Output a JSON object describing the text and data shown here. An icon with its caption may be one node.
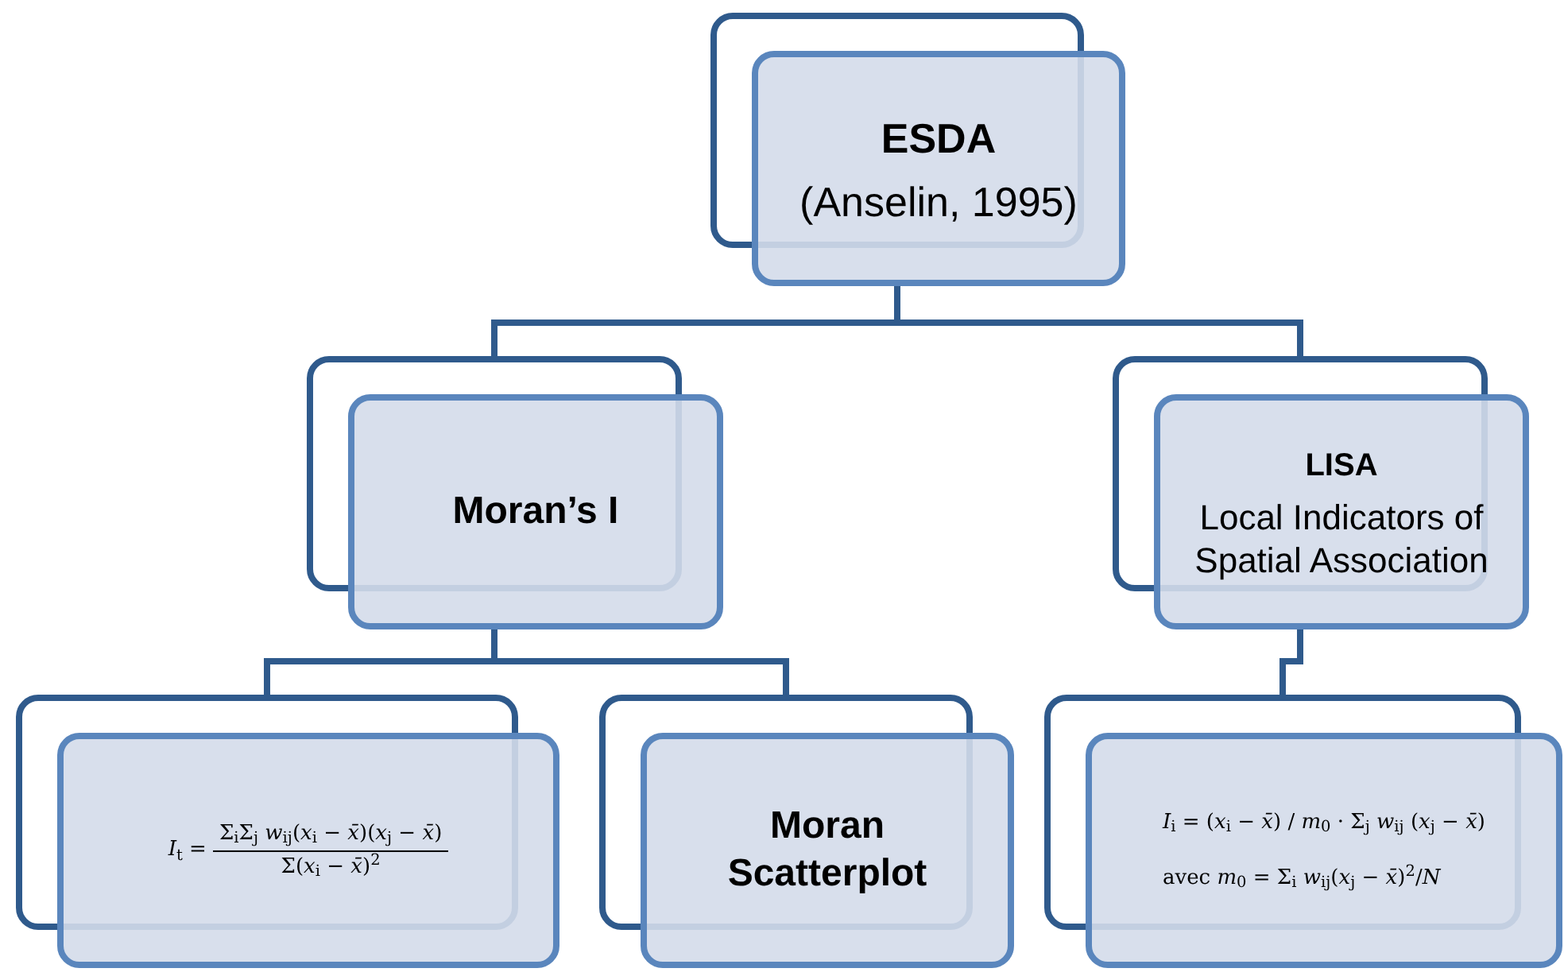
{
  "diagram": {
    "nodes": [
      {
        "text": [
          "ESDA",
          "(Anselin, 1995)"
        ]
      },
      {
        "text": [
          "Moran’s I"
        ]
      },
      {
        "text": [
          "LISA",
          "Local Indicators of Spatial Association"
        ]
      },
      {
        "text": [
          "*I*$_{t}$ =",
          "Σ$_{i}$Σ$_{j}$ *w*$_{ij}$(*x*$_{i}$ − *x̄*)(*x*$_{j}$ − *x̄*)",
          "Σ(*x*$_{i}$ − *x̄*)$^{2}$"
        ]
      },
      {
        "text": [
          "Moran Scatterplot"
        ]
      },
      {
        "text": [
          "*I*$_{i}$ = (*x*$_{i}$ − *x̄*) / *m*$_{0}$ · Σ$_{j}$ *w*$_{ij}$ (*x*$_{j}$ − *x̄*)",
          "avec *m*$_{0}$ = Σ$_{i}$ *w*$_{ij}$(*x*$_{j}$ − *x̄*)$^{2}$/*N*"
        ]
      }
    ],
    "edges": [
      {
        "from": 0,
        "to": 1,
        "arrow": "none"
      },
      {
        "from": 0,
        "to": 2,
        "arrow": "none"
      },
      {
        "from": 1,
        "to": 3,
        "arrow": "none"
      },
      {
        "from": 1,
        "to": 4,
        "arrow": "none"
      },
      {
        "from": 2,
        "to": 5,
        "arrow": "none"
      }
    ]
  }
}
